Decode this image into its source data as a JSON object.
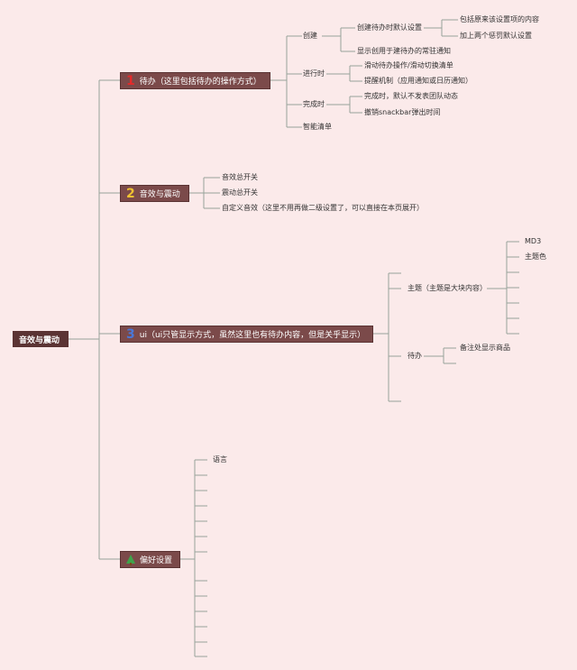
{
  "root": "音效与震动",
  "branches": [
    {
      "num": "1",
      "label": "待办（这里包括待办的操作方式）",
      "children": [
        {
          "label": "创建",
          "children": [
            {
              "label": "创建待办时默认设置",
              "children": [
                {
                  "label": "包括原来该设置项的内容"
                },
                {
                  "label": "加上两个惩罚默认设置"
                }
              ]
            },
            {
              "label": "显示创用于建待办的常驻通知"
            }
          ]
        },
        {
          "label": "进行时",
          "children": [
            {
              "label": "滑动待办操作/滑动切换清单"
            },
            {
              "label": "提醒机制（应用通知或日历通知）"
            }
          ]
        },
        {
          "label": "完成时",
          "children": [
            {
              "label": "完成时，默认不发表团队动态"
            },
            {
              "label": "撤销snackbar弹出时间"
            }
          ]
        },
        {
          "label": "智能清单"
        }
      ]
    },
    {
      "num": "2",
      "label": "音效与震动",
      "children": [
        {
          "label": "音效总开关"
        },
        {
          "label": "震动总开关"
        },
        {
          "label": "自定义音效（这里不用再做二级设置了，可以直接在本页展开）"
        }
      ]
    },
    {
      "num": "3",
      "label": "ui（ui只管显示方式，虽然这里也有待办内容，但是关乎显示）",
      "children": [
        {
          "label": ""
        },
        {
          "label": "主题（主题是大块内容）",
          "children": [
            {
              "label": "MD3"
            },
            {
              "label": "主题色"
            },
            {
              "label": ""
            },
            {
              "label": ""
            },
            {
              "label": ""
            },
            {
              "label": ""
            }
          ]
        },
        {
          "label": "待办",
          "children": [
            {
              "label": "备注处显示商品"
            },
            {
              "label": ""
            }
          ]
        },
        {
          "label": ""
        }
      ]
    },
    {
      "icon": "tree-icon",
      "label": "偏好设置",
      "children": [
        {
          "label": "语言"
        },
        {
          "label": ""
        },
        {
          "label": ""
        },
        {
          "label": ""
        },
        {
          "label": ""
        },
        {
          "label": ""
        },
        {
          "label": ""
        },
        {
          "label": ""
        },
        {
          "label": ""
        },
        {
          "label": ""
        },
        {
          "label": ""
        },
        {
          "label": ""
        },
        {
          "label": ""
        }
      ]
    }
  ],
  "colors": {
    "background": "#fbeaea",
    "node": "#7b4a4a",
    "root_node": "#5b3434",
    "connector": "#97a39a",
    "num1": "#e32b2b",
    "num2": "#f0c232",
    "num3": "#4a78d8",
    "tree": "#3fa24a"
  }
}
